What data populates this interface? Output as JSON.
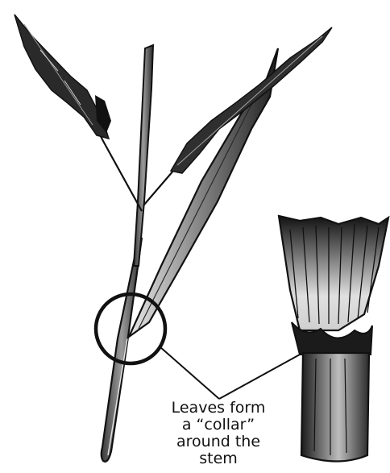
{
  "caption": {
    "line1": "Leaves form",
    "line2": "a “collar”",
    "line3": "around the",
    "line4": "stem"
  },
  "colors": {
    "ink": "#111111",
    "background": "#ffffff",
    "shade_dark": "#1a1a1a",
    "shade_mid": "#6e6e6e",
    "shade_light": "#e6e6e6"
  }
}
